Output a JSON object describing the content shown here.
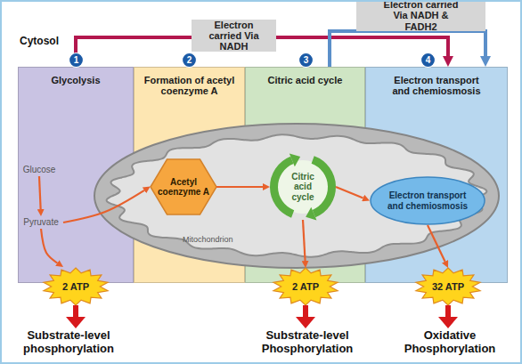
{
  "diagram": {
    "nodes": [
      {
        "text": [
          "1"
        ]
      },
      {
        "text": [
          "2"
        ]
      },
      {
        "text": [
          "3"
        ]
      },
      {
        "text": [
          "4"
        ]
      },
      {
        "text": [
          "Glycolysis"
        ]
      },
      {
        "text": [
          "Glucose"
        ],
        "in": 4
      },
      {
        "text": [
          "Pyruvate"
        ],
        "in": 4
      },
      {
        "text": [
          "Formation of acetyl coenzyme A"
        ]
      },
      {
        "text": [
          "Citric acid cycle"
        ]
      },
      {
        "text": [
          "Electron transport and chemiosmosis"
        ]
      },
      {
        "text": [
          "Mitochondrion"
        ]
      },
      {
        "text": [
          "Acetyl coenzyme A"
        ],
        "in": 10
      },
      {
        "text": [
          "Citric acid cycle"
        ],
        "in": 10
      },
      {
        "text": [
          "Electron transport and chemiosmosis"
        ],
        "in": 10
      },
      {
        "text": [
          "2 ATP"
        ]
      },
      {
        "text": [
          "2 ATP"
        ]
      },
      {
        "text": [
          "32 ATP"
        ]
      }
    ],
    "edges": [
      {
        "from": 5,
        "to": 6,
        "arrow": "to"
      },
      {
        "from": 6,
        "to": 11,
        "arrow": "to"
      },
      {
        "from": 11,
        "to": 12,
        "arrow": "to"
      },
      {
        "from": 12,
        "to": 13,
        "arrow": "to"
      },
      {
        "from": 6,
        "to": 14,
        "arrow": "to"
      },
      {
        "from": 12,
        "to": 15,
        "arrow": "to"
      },
      {
        "from": 13,
        "to": 16,
        "arrow": "to"
      },
      {
        "from": 4,
        "to": 9,
        "arrow": "to",
        "label": "Electron carried Via NADH"
      },
      {
        "from": 8,
        "to": 9,
        "arrow": "to",
        "label": "Electron carried Via NADH & FADH2"
      }
    ],
    "labels": [
      "Cytosol",
      "Substrate-level phosphorylation",
      "Substrate-level Phosphorylation",
      "Oxidative Phosphorylation"
    ]
  }
}
